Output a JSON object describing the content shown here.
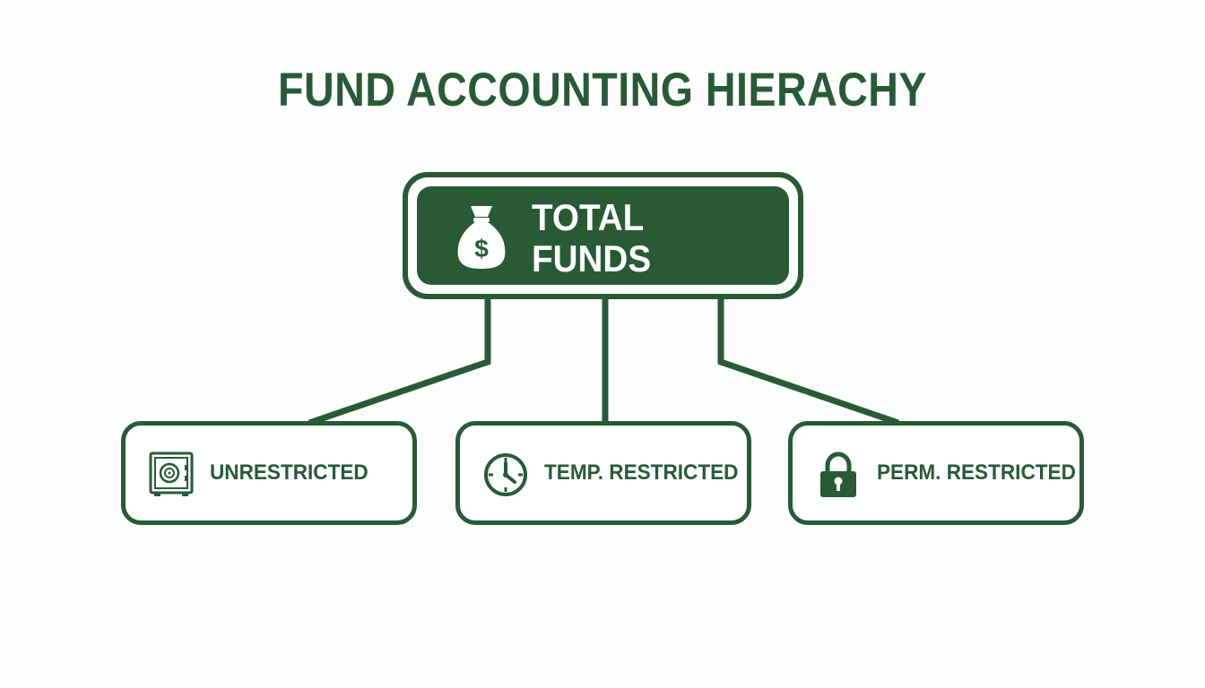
{
  "title": "FUND ACCOUNTING HIERACHY",
  "colors": {
    "primary": "#285a36",
    "background": "#fdfefd",
    "box_fill": "#ffffff"
  },
  "root": {
    "label": "TOTAL\nFUNDS",
    "icon": "money-bag-icon"
  },
  "children": [
    {
      "label": "UNRESTRICTED",
      "icon": "safe-icon"
    },
    {
      "label": "TEMP. RESTRICTED",
      "icon": "clock-icon"
    },
    {
      "label": "PERM. RESTRICTED",
      "icon": "lock-icon"
    }
  ]
}
